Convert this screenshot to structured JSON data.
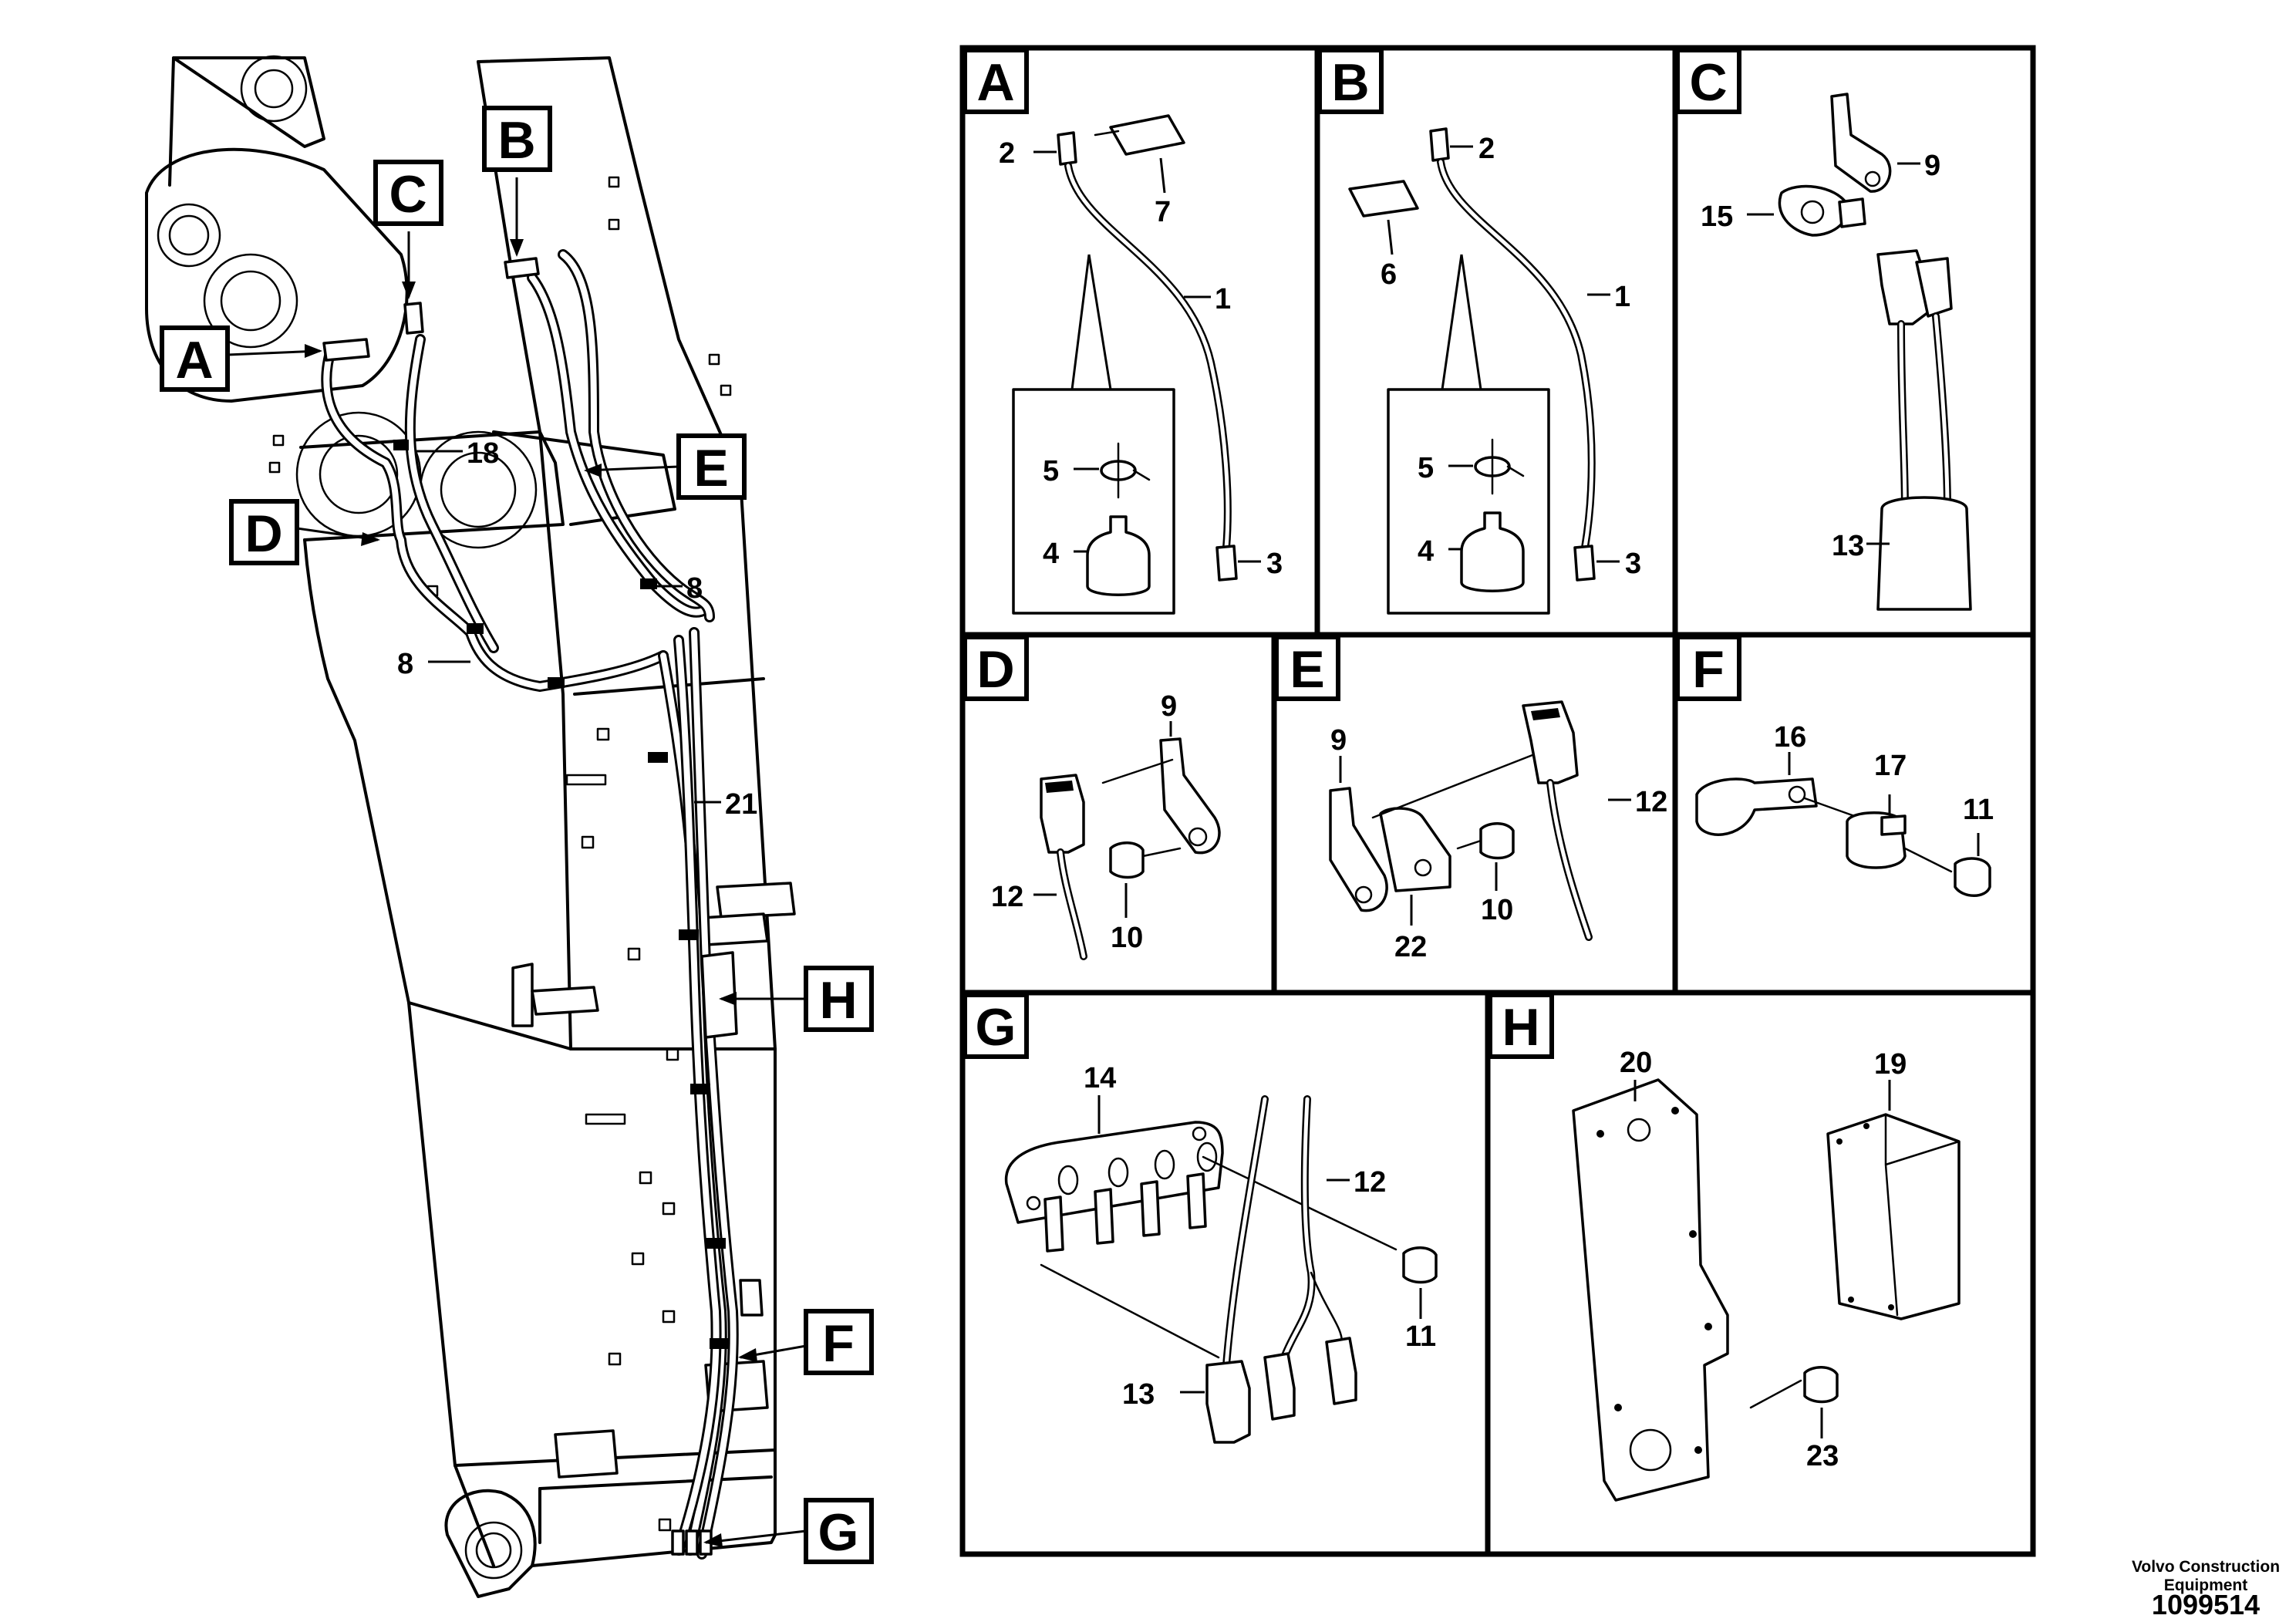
{
  "detail_letters": [
    "A",
    "B",
    "C",
    "D",
    "E",
    "F",
    "G",
    "H"
  ],
  "overview_labels": {
    "callout_A": "A",
    "callout_B": "B",
    "callout_C": "C",
    "callout_D": "D",
    "callout_E": "E",
    "callout_F": "F",
    "callout_G": "G",
    "callout_H": "H",
    "pos_18": "18",
    "pos_8a": "8",
    "pos_8b": "8",
    "pos_21": "21"
  },
  "panels": {
    "A": {
      "title": "A",
      "pos_2": "2",
      "pos_7": "7",
      "pos_1": "1",
      "pos_5": "5",
      "pos_4": "4",
      "pos_3": "3"
    },
    "B": {
      "title": "B",
      "pos_2": "2",
      "pos_6": "6",
      "pos_1": "1",
      "pos_5": "5",
      "pos_4": "4",
      "pos_3": "3"
    },
    "C": {
      "title": "C",
      "pos_9": "9",
      "pos_15": "15",
      "pos_13": "13"
    },
    "D": {
      "title": "D",
      "pos_9": "9",
      "pos_12": "12",
      "pos_10": "10"
    },
    "E": {
      "title": "E",
      "pos_9": "9",
      "pos_12": "12",
      "pos_10": "10",
      "pos_22": "22"
    },
    "F": {
      "title": "F",
      "pos_16": "16",
      "pos_17": "17",
      "pos_11": "11"
    },
    "G": {
      "title": "G",
      "pos_14": "14",
      "pos_12": "12",
      "pos_11": "11",
      "pos_13": "13"
    },
    "H": {
      "title": "H",
      "pos_20": "20",
      "pos_19": "19",
      "pos_23": "23"
    }
  },
  "footer": {
    "company_line1": "Volvo Construction",
    "company_line2": "Equipment",
    "drawing_number": "1099514"
  }
}
